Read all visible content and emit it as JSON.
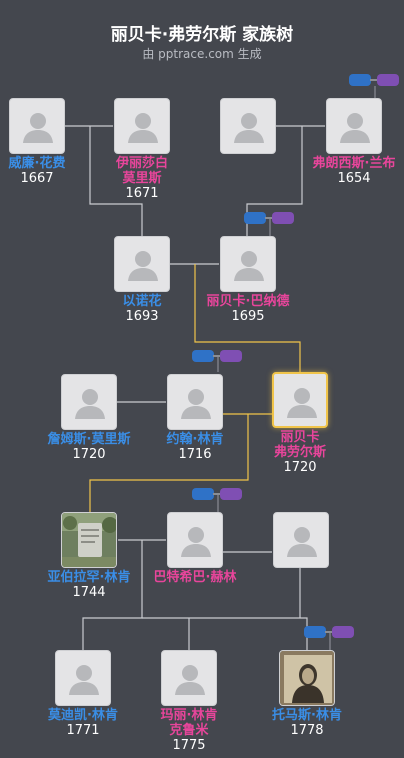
{
  "header": {
    "title": "丽贝卡·弗劳尔斯 家族树",
    "subtitle": "由 pptrace.com 生成"
  },
  "persons": [
    {
      "id": "william",
      "name_lines": [
        "威廉·花费"
      ],
      "year": "1667",
      "gender": "male",
      "avatar": "silhouette"
    },
    {
      "id": "elizabeth",
      "name_lines": [
        "伊丽莎白",
        "莫里斯"
      ],
      "year": "1671",
      "gender": "female",
      "avatar": "silhouette"
    },
    {
      "id": "father-p4",
      "name_lines": [],
      "year": "",
      "gender": "male",
      "avatar": "silhouette"
    },
    {
      "id": "frances",
      "name_lines": [
        "弗朗西斯·兰布"
      ],
      "year": "1654",
      "gender": "female",
      "avatar": "silhouette"
    },
    {
      "id": "enoch",
      "name_lines": [
        "以诺花"
      ],
      "year": "1693",
      "gender": "male",
      "avatar": "silhouette"
    },
    {
      "id": "rebecca-barnard",
      "name_lines": [
        "丽贝卡·巴纳德"
      ],
      "year": "1695",
      "gender": "female",
      "avatar": "silhouette"
    },
    {
      "id": "james",
      "name_lines": [
        "詹姆斯·莫里斯"
      ],
      "year": "1720",
      "gender": "male",
      "avatar": "silhouette"
    },
    {
      "id": "john",
      "name_lines": [
        "约翰·林肯"
      ],
      "year": "1716",
      "gender": "male",
      "avatar": "silhouette"
    },
    {
      "id": "rebecca",
      "name_lines": [
        "丽贝卡",
        "弗劳尔斯"
      ],
      "year": "1720",
      "gender": "female",
      "avatar": "silhouette",
      "focus": true
    },
    {
      "id": "abraham",
      "name_lines": [
        "亚伯拉罕·林肯"
      ],
      "year": "1744",
      "gender": "male",
      "avatar": "gravestone"
    },
    {
      "id": "bathsheba",
      "name_lines": [
        "巴特希巴·赫林"
      ],
      "year": "",
      "gender": "female",
      "avatar": "silhouette"
    },
    {
      "id": "spouse-3",
      "name_lines": [],
      "year": "",
      "gender": "male",
      "avatar": "silhouette"
    },
    {
      "id": "mordecai",
      "name_lines": [
        "莫迪凯·林肯"
      ],
      "year": "1771",
      "gender": "male",
      "avatar": "silhouette"
    },
    {
      "id": "mary",
      "name_lines": [
        "玛丽·林肯",
        "克鲁米"
      ],
      "year": "1775",
      "gender": "female",
      "avatar": "silhouette"
    },
    {
      "id": "thomas",
      "name_lines": [
        "托马斯·林肯"
      ],
      "year": "1778",
      "gender": "male",
      "avatar": "portrait"
    }
  ],
  "colors": {
    "male": "#3a8ee6",
    "female": "#e8459b",
    "line": "#c9cbd0",
    "highlight": "#f0c44a",
    "background": "#44474e"
  },
  "icons": {
    "toggle_left": "expand-toggle",
    "toggle_right": "expand-toggle"
  }
}
